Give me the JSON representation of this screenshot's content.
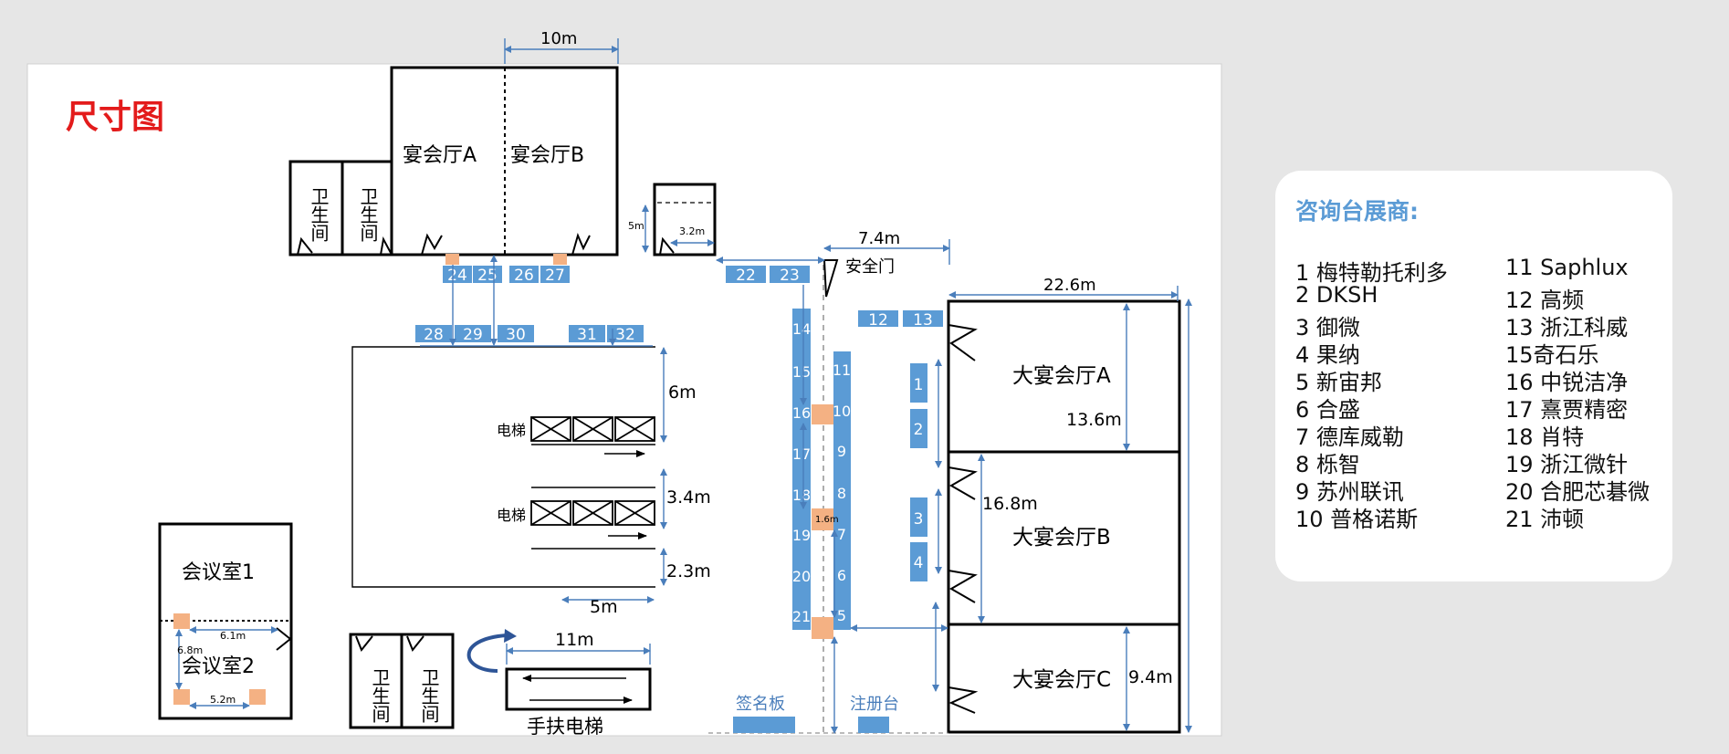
{
  "colors": {
    "background": "#e6e6e6",
    "canvas": "#ffffff",
    "title": "#e31b1b",
    "booth": "#5b9bd5",
    "booth_text": "#ffffff",
    "dimension": "#4a7ebb",
    "pillar": "#f4b183",
    "wall": "#000000",
    "legend_title": "#5b9bd5"
  },
  "plan": {
    "title": "尺寸图",
    "rooms": {
      "banquet_a": "宴会厅A",
      "banquet_b": "宴会厅B",
      "grand_a": "大宴会厅A",
      "grand_b": "大宴会厅B",
      "grand_c": "大宴会厅C",
      "meeting_1": "会议室1",
      "meeting_2": "会议室2",
      "restroom": "卫生间"
    },
    "labels": {
      "safety_door": "安全门",
      "elevator": "电梯",
      "escalator": "手扶电梯",
      "sign_board": "签名板",
      "registration": "注册台"
    },
    "dimensions": {
      "d10m": "10m",
      "d5m_small": "5m",
      "d3_2m": "3.2m",
      "d7_4m": "7.4m",
      "d22_6m": "22.6m",
      "d13_6m": "13.6m",
      "d16_8m": "16.8m",
      "d9_4m": "9.4m",
      "d6m": "6m",
      "d3_4m": "3.4m",
      "d2_3m": "2.3m",
      "d5m": "5m",
      "d11m": "11m",
      "d6_1m": "6.1m",
      "d6_8m": "6.8m",
      "d5_2m": "5.2m",
      "d1_6m": "1.6m"
    },
    "booths": [
      "1",
      "2",
      "3",
      "4",
      "5",
      "6",
      "7",
      "8",
      "9",
      "10",
      "11",
      "12",
      "13",
      "14",
      "15",
      "16",
      "17",
      "18",
      "19",
      "20",
      "21",
      "22",
      "23",
      "24",
      "25",
      "26",
      "27",
      "28",
      "29",
      "30",
      "31",
      "32"
    ]
  },
  "legend": {
    "title": "咨询台展商:",
    "col1": [
      "1 梅特勒托利多",
      "2 DKSH",
      "3 御微",
      "4 果纳",
      "5 新宙邦",
      "6 合盛",
      "7 德库威勒",
      "8 栎智",
      "9 苏州联讯",
      "10 普格诺斯"
    ],
    "col2": [
      "11 Saphlux",
      "12 高频",
      "13 浙江科威",
      "15奇石乐",
      "16 中锐洁净",
      "17 熹贾精密",
      "18 肖特",
      "19 浙江微针",
      "20 合肥芯碁微",
      "21 沛顿"
    ]
  }
}
